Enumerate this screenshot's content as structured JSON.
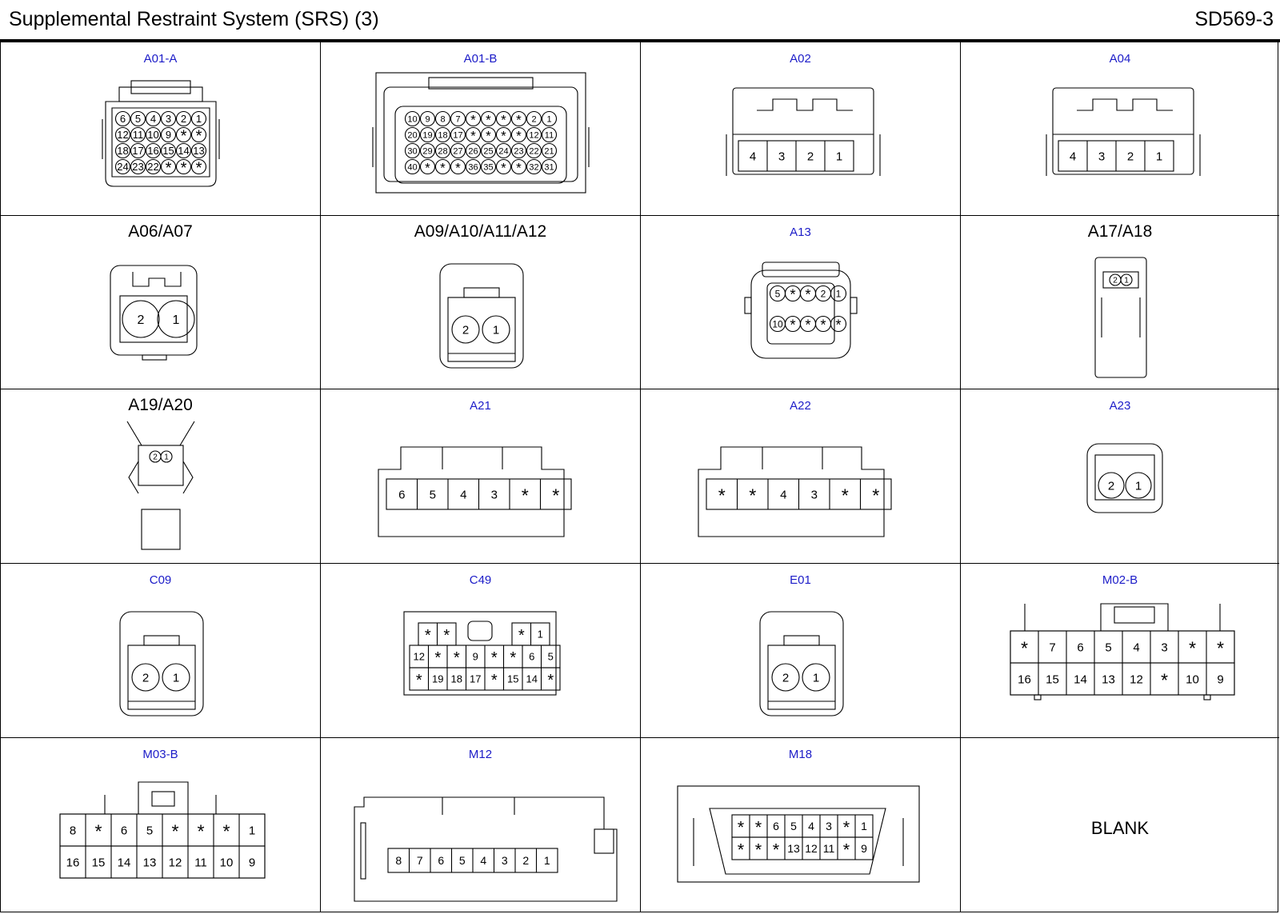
{
  "header": {
    "title": "Supplemental Restraint System (SRS) (3)",
    "code": "SD569-3"
  },
  "connectors": [
    {
      "label": "A01-A",
      "kind": "ring-grid",
      "rows": [
        [
          "6",
          "5",
          "4",
          "3",
          "2",
          "1"
        ],
        [
          "12",
          "11",
          "10",
          "9",
          "*",
          "*"
        ],
        [
          "18",
          "17",
          "16",
          "15",
          "14",
          "13"
        ],
        [
          "24",
          "23",
          "22",
          "*",
          "*",
          "*"
        ]
      ]
    },
    {
      "label": "A01-B",
      "kind": "ring-grid",
      "rows": [
        [
          "10",
          "9",
          "8",
          "7",
          "*",
          "*",
          "*",
          "*",
          "2",
          "1"
        ],
        [
          "20",
          "19",
          "18",
          "17",
          "*",
          "*",
          "*",
          "*",
          "12",
          "11"
        ],
        [
          "30",
          "29",
          "28",
          "27",
          "26",
          "25",
          "24",
          "23",
          "22",
          "21"
        ],
        [
          "40",
          "*",
          "*",
          "*",
          "36",
          "35",
          "*",
          "*",
          "32",
          "31"
        ]
      ]
    },
    {
      "label": "A02",
      "kind": "strip",
      "pins": [
        "4",
        "3",
        "2",
        "1"
      ]
    },
    {
      "label": "A04",
      "kind": "strip",
      "pins": [
        "4",
        "3",
        "2",
        "1"
      ]
    },
    {
      "label": "A06/A07",
      "kind": "two-big",
      "pins": [
        "2",
        "1"
      ]
    },
    {
      "label": "A09/A10/A11/A12",
      "kind": "two-tall",
      "pins": [
        "2",
        "1"
      ]
    },
    {
      "label": "A13",
      "kind": "ring-ten",
      "rows": [
        [
          "5",
          "*",
          "*",
          "2",
          "1"
        ],
        [
          "10",
          "*",
          "*",
          "*",
          "*"
        ]
      ]
    },
    {
      "label": "A17/A18",
      "kind": "slim",
      "pins": [
        "2",
        "1"
      ]
    },
    {
      "label": "A19/A20",
      "kind": "slim-wing",
      "pins": [
        "2",
        "1"
      ]
    },
    {
      "label": "A21",
      "kind": "six",
      "pins": [
        "6",
        "5",
        "4",
        "3",
        "*",
        "*"
      ]
    },
    {
      "label": "A22",
      "kind": "six",
      "pins": [
        "*",
        "*",
        "4",
        "3",
        "*",
        "*"
      ]
    },
    {
      "label": "A23",
      "kind": "two-small",
      "pins": [
        "2",
        "1"
      ]
    },
    {
      "label": "C09",
      "kind": "two-tall",
      "pins": [
        "2",
        "1"
      ]
    },
    {
      "label": "C49",
      "kind": "c49",
      "top": [
        "*",
        "*",
        "*",
        "1"
      ],
      "rows": [
        [
          "12",
          "*",
          "*",
          "9",
          "*",
          "*",
          "6",
          "5"
        ],
        [
          "*",
          "19",
          "18",
          "17",
          "*",
          "15",
          "14",
          "*"
        ]
      ]
    },
    {
      "label": "E01",
      "kind": "two-tall",
      "pins": [
        "2",
        "1"
      ]
    },
    {
      "label": "M02-B",
      "kind": "m02",
      "rows": [
        [
          "*",
          "7",
          "6",
          "5",
          "4",
          "3",
          "*",
          "*"
        ],
        [
          "16",
          "15",
          "14",
          "13",
          "12",
          "*",
          "10",
          "9"
        ]
      ]
    },
    {
      "label": "M03-B",
      "kind": "m03",
      "rows": [
        [
          "8",
          "*",
          "6",
          "5",
          "*",
          "*",
          "*",
          "1"
        ],
        [
          "16",
          "15",
          "14",
          "13",
          "12",
          "11",
          "10",
          "9"
        ]
      ]
    },
    {
      "label": "M12",
      "kind": "m12",
      "pins": [
        "8",
        "7",
        "6",
        "5",
        "4",
        "3",
        "2",
        "1"
      ]
    },
    {
      "label": "M18",
      "kind": "m18",
      "rows": [
        [
          "*",
          "*",
          "6",
          "5",
          "4",
          "3",
          "*",
          "1"
        ],
        [
          "*",
          "*",
          "*",
          "13",
          "12",
          "11",
          "*",
          "9"
        ]
      ]
    },
    {
      "label": "",
      "kind": "blank",
      "text": "BLANK"
    }
  ]
}
